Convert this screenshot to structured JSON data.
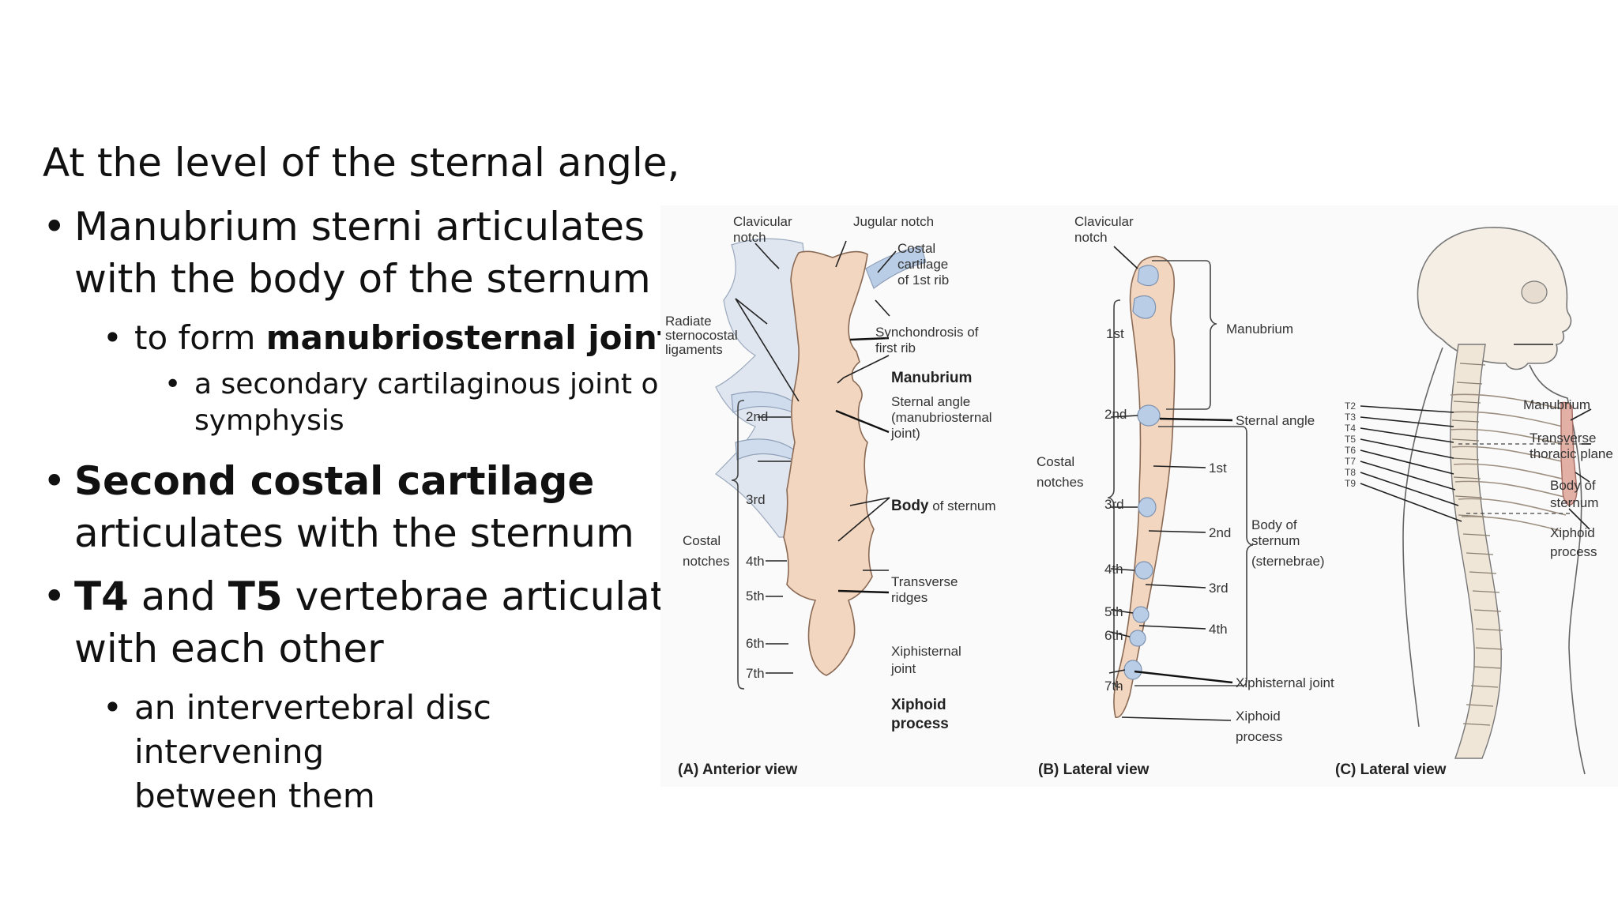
{
  "slide": {
    "lead": "At the level of the sternal angle,",
    "bullet1_line1": "Manubrium sterni articulates",
    "bullet1_line2": "with the body of the sternum",
    "sub1_prefix": "to form ",
    "sub1_bold": "manubriosternal joint",
    "subsub1_line1": "a secondary cartilaginous joint or",
    "subsub1_line2": "symphysis",
    "bullet2_bold": "Second costal cartilage",
    "bullet2_rest": "articulates with the sternum",
    "bullet3_bold1": "T4",
    "bullet3_mid": " and ",
    "bullet3_bold2": "T5",
    "bullet3_rest": " vertebrae articulate",
    "bullet3_line2": "with each other",
    "sub3_line1": "an intervertebral disc intervening",
    "sub3_line2": "between them"
  },
  "figure": {
    "panel_a": {
      "caption": "(A) Anterior view",
      "clavicular_notch_1": "Clavicular",
      "clavicular_notch_2": "notch",
      "jugular_notch": "Jugular notch",
      "costal_cart_1": "Costal",
      "costal_cart_2": "cartilage",
      "costal_cart_3": "of 1st rib",
      "radiate_1": "Radiate",
      "radiate_2": "sternocostal",
      "radiate_3": "ligaments",
      "synchondrosis_1": "Synchondrosis of",
      "synchondrosis_2": "first rib",
      "manubrium": "Manubrium",
      "sternal_angle_1": "Sternal angle",
      "sternal_angle_2": "(manubriosternal",
      "sternal_angle_3": "joint)",
      "body_bold": "Body",
      "body_rest": " of sternum",
      "costal_notches_1": "Costal",
      "costal_notches_2": "notches",
      "n2": "2nd",
      "n3": "3rd",
      "n4": "4th",
      "n5": "5th",
      "n6": "6th",
      "n7": "7th",
      "transverse_1": "Transverse",
      "transverse_2": "ridges",
      "xiphisternal_1": "Xiphisternal",
      "xiphisternal_2": "joint",
      "xiphoid_1": "Xiphoid",
      "xiphoid_2": "process"
    },
    "panel_b": {
      "caption": "(B) Lateral view",
      "clavicular_notch_1": "Clavicular",
      "clavicular_notch_2": "notch",
      "costal_notches_1": "Costal",
      "costal_notches_2": "notches",
      "n1": "1st",
      "n2": "2nd",
      "n3": "3rd",
      "n4": "4th",
      "n5": "5th",
      "n6": "6th",
      "n7": "7th",
      "manubrium": "Manubrium",
      "sternal_angle": "Sternal angle",
      "s1": "1st",
      "s2": "2nd",
      "s3": "3rd",
      "s4": "4th",
      "body_1": "Body of",
      "body_2": "sternum",
      "body_3": "(sternebrae)",
      "xiphisternal": "Xiphisternal joint",
      "xiphoid_1": "Xiphoid",
      "xiphoid_2": "process"
    },
    "panel_c": {
      "caption": "(C) Lateral view",
      "t2": "T2",
      "t3": "T3",
      "t4": "T4",
      "t5": "T5",
      "t6": "T6",
      "t7": "T7",
      "t8": "T8",
      "t9": "T9",
      "manubrium": "Manubrium",
      "transverse_1": "Transverse",
      "transverse_2": "thoracic plane",
      "body_1": "Body of",
      "body_2": "sternum",
      "xiphoid_1": "Xiphoid",
      "xiphoid_2": "process"
    }
  },
  "colors": {
    "bone": "#f2d6bf",
    "bone_edge": "#8a6a55",
    "cartilage": "#b9cde6",
    "ligament": "#dfe6f0",
    "skeleton": "#f4eee4",
    "skeleton_edge": "#777777"
  }
}
